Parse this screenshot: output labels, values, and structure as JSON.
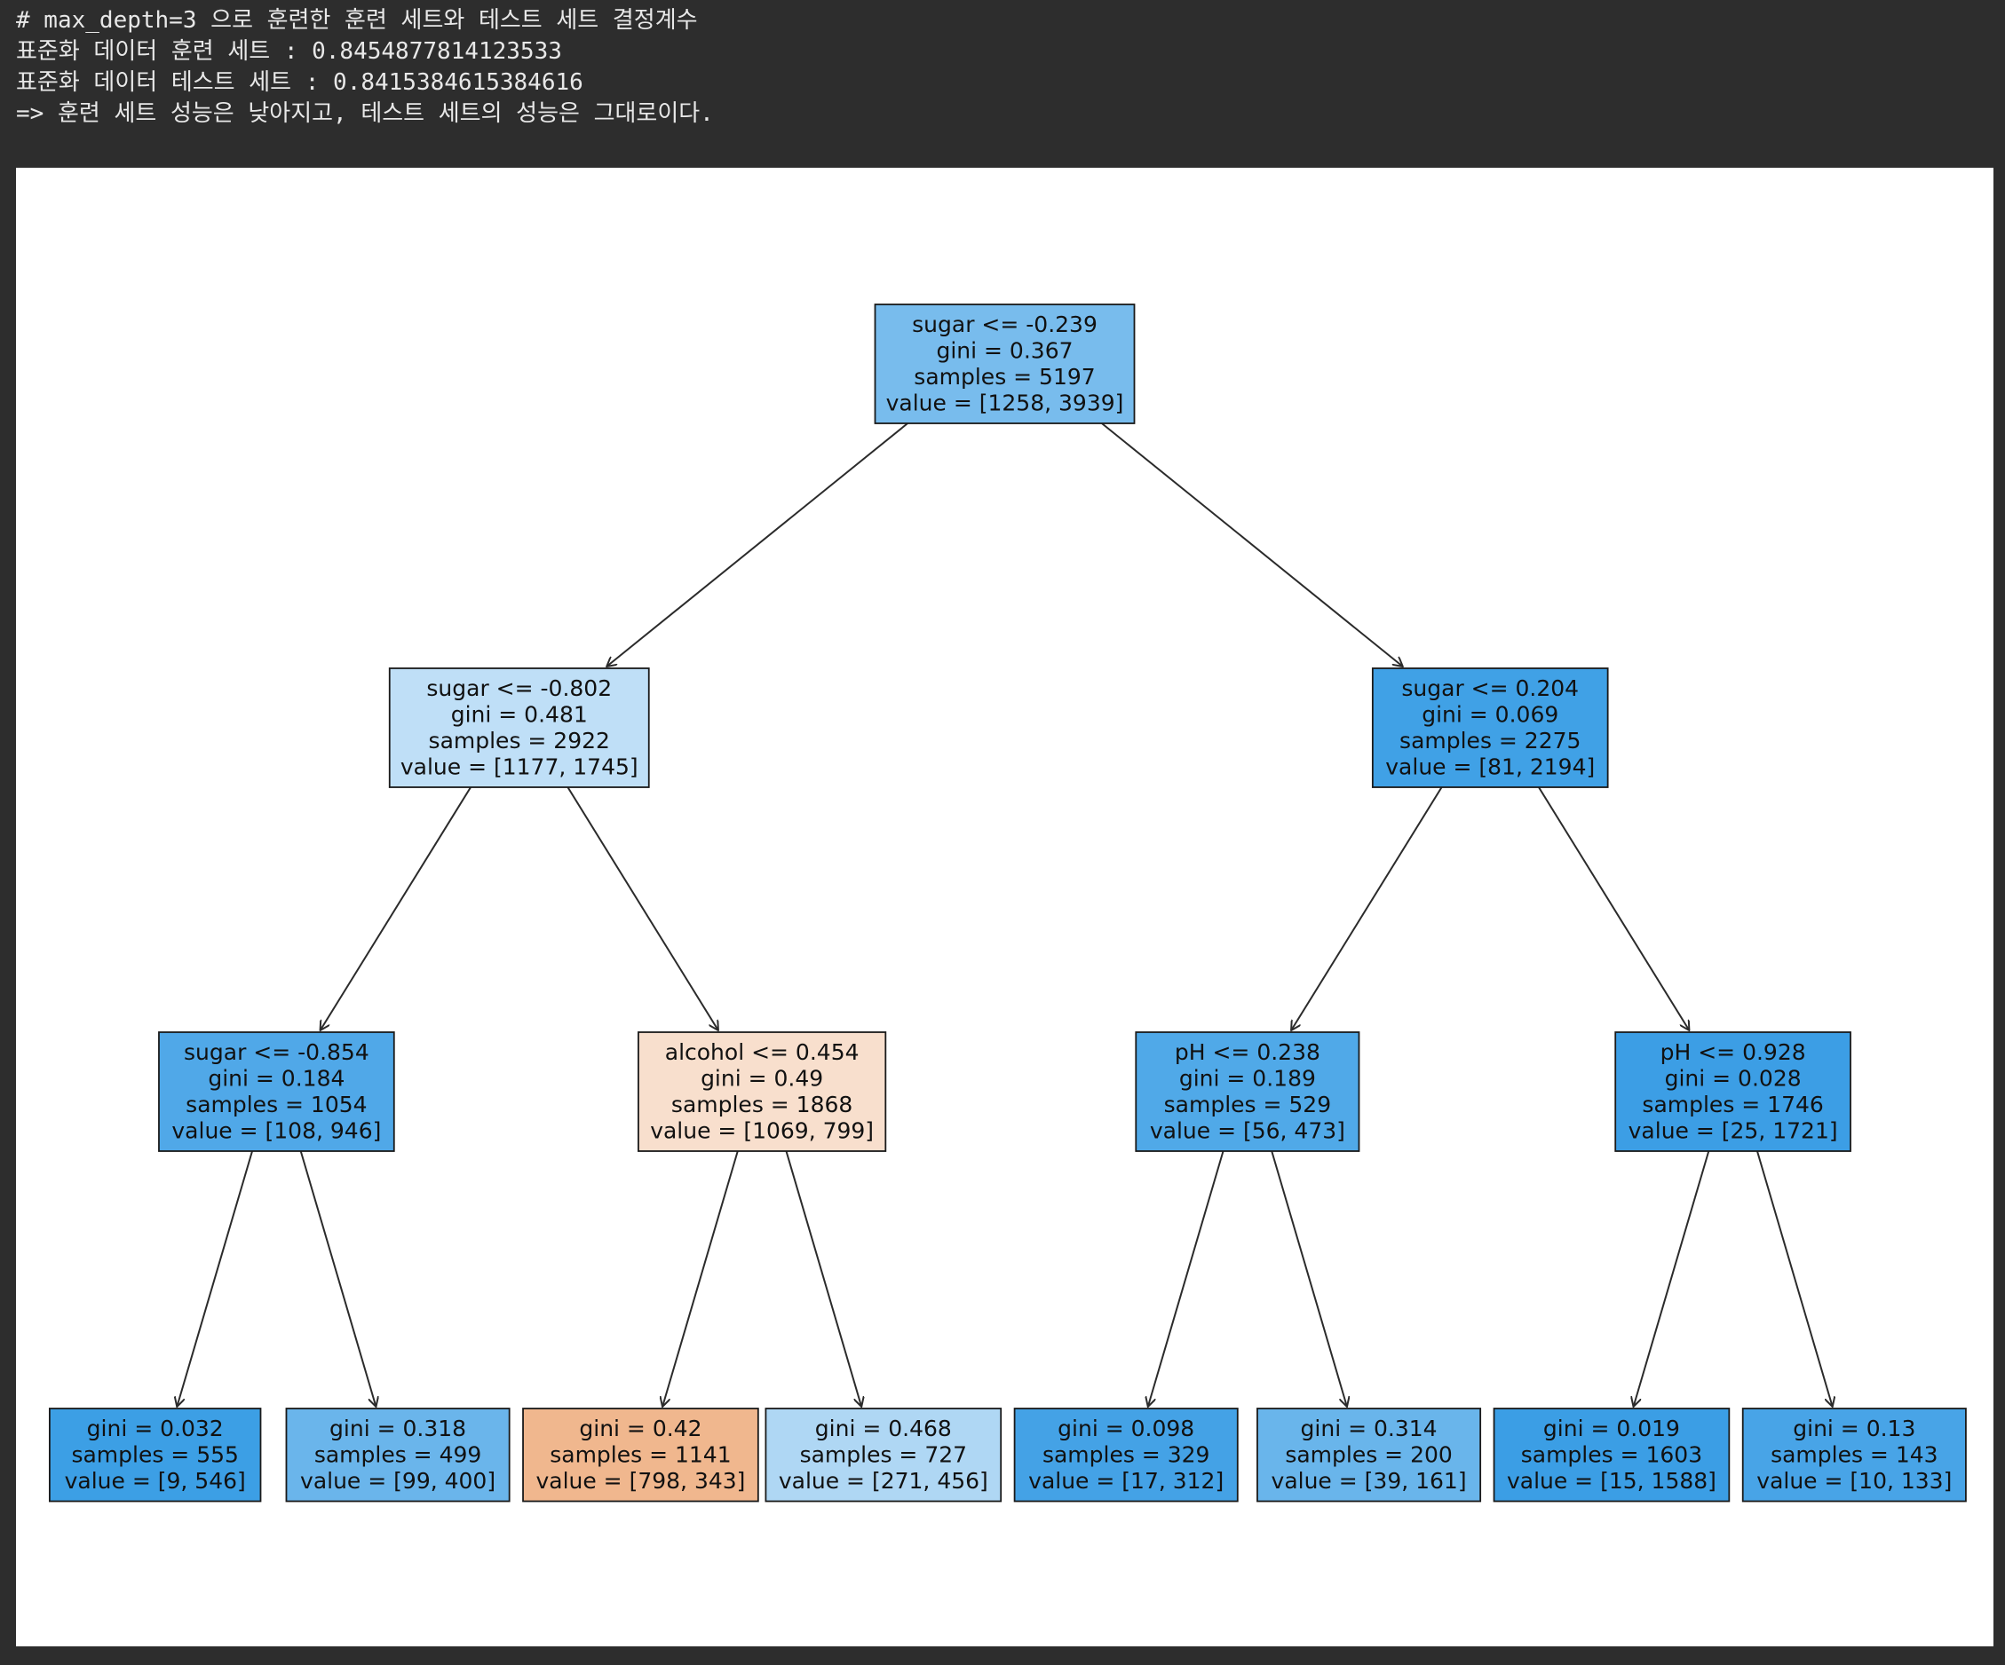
{
  "output": {
    "lines": [
      "# max_depth=3 으로 훈련한 훈련 세트와 테스트 세트 결정계수",
      "표준화 데이터 훈련 세트 : 0.8454877814123533",
      "표준화 데이터 테스트 세트 : 0.8415384615384616",
      "=> 훈련 세트 성능은 낮아지고, 테스트 세트의 성능은 그대로이다."
    ]
  },
  "tree": {
    "colors": {
      "blue": "#399de5",
      "orange": "#e58139"
    },
    "nodes": [
      {
        "id": "n0",
        "parent": null,
        "depth": 0,
        "split": "sugar <= -0.239",
        "gini": "gini = 0.367",
        "samples": "samples = 5197",
        "value": "value = [1258, 3939]",
        "counts": [
          1258,
          3939
        ]
      },
      {
        "id": "n1",
        "parent": "n0",
        "depth": 1,
        "split": "sugar <= -0.802",
        "gini": "gini = 0.481",
        "samples": "samples = 2922",
        "value": "value = [1177, 1745]",
        "counts": [
          1177,
          1745
        ]
      },
      {
        "id": "n2",
        "parent": "n0",
        "depth": 1,
        "split": "sugar <= 0.204",
        "gini": "gini = 0.069",
        "samples": "samples = 2275",
        "value": "value = [81, 2194]",
        "counts": [
          81,
          2194
        ]
      },
      {
        "id": "n3",
        "parent": "n1",
        "depth": 2,
        "split": "sugar <= -0.854",
        "gini": "gini = 0.184",
        "samples": "samples = 1054",
        "value": "value = [108, 946]",
        "counts": [
          108,
          946
        ]
      },
      {
        "id": "n4",
        "parent": "n1",
        "depth": 2,
        "split": "alcohol <= 0.454",
        "gini": "gini = 0.49",
        "samples": "samples = 1868",
        "value": "value = [1069, 799]",
        "counts": [
          1069,
          799
        ]
      },
      {
        "id": "n5",
        "parent": "n2",
        "depth": 2,
        "split": "pH <= 0.238",
        "gini": "gini = 0.189",
        "samples": "samples = 529",
        "value": "value = [56, 473]",
        "counts": [
          56,
          473
        ]
      },
      {
        "id": "n6",
        "parent": "n2",
        "depth": 2,
        "split": "pH <= 0.928",
        "gini": "gini = 0.028",
        "samples": "samples = 1746",
        "value": "value = [25, 1721]",
        "counts": [
          25,
          1721
        ]
      },
      {
        "id": "n7",
        "parent": "n3",
        "depth": 3,
        "split": "",
        "gini": "gini = 0.032",
        "samples": "samples = 555",
        "value": "value = [9, 546]",
        "counts": [
          9,
          546
        ]
      },
      {
        "id": "n8",
        "parent": "n3",
        "depth": 3,
        "split": "",
        "gini": "gini = 0.318",
        "samples": "samples = 499",
        "value": "value = [99, 400]",
        "counts": [
          99,
          400
        ]
      },
      {
        "id": "n9",
        "parent": "n4",
        "depth": 3,
        "split": "",
        "gini": "gini = 0.42",
        "samples": "samples = 1141",
        "value": "value = [798, 343]",
        "counts": [
          798,
          343
        ]
      },
      {
        "id": "n10",
        "parent": "n4",
        "depth": 3,
        "split": "",
        "gini": "gini = 0.468",
        "samples": "samples = 727",
        "value": "value = [271, 456]",
        "counts": [
          271,
          456
        ]
      },
      {
        "id": "n11",
        "parent": "n5",
        "depth": 3,
        "split": "",
        "gini": "gini = 0.098",
        "samples": "samples = 329",
        "value": "value = [17, 312]",
        "counts": [
          17,
          312
        ]
      },
      {
        "id": "n12",
        "parent": "n5",
        "depth": 3,
        "split": "",
        "gini": "gini = 0.314",
        "samples": "samples = 200",
        "value": "value = [39, 161]",
        "counts": [
          39,
          161
        ]
      },
      {
        "id": "n13",
        "parent": "n6",
        "depth": 3,
        "split": "",
        "gini": "gini = 0.019",
        "samples": "samples = 1603",
        "value": "value = [15, 1588]",
        "counts": [
          15,
          1588
        ]
      },
      {
        "id": "n14",
        "parent": "n6",
        "depth": 3,
        "split": "",
        "gini": "gini = 0.13",
        "samples": "samples = 143",
        "value": "value = [10, 133]",
        "counts": [
          10,
          133
        ]
      }
    ]
  }
}
